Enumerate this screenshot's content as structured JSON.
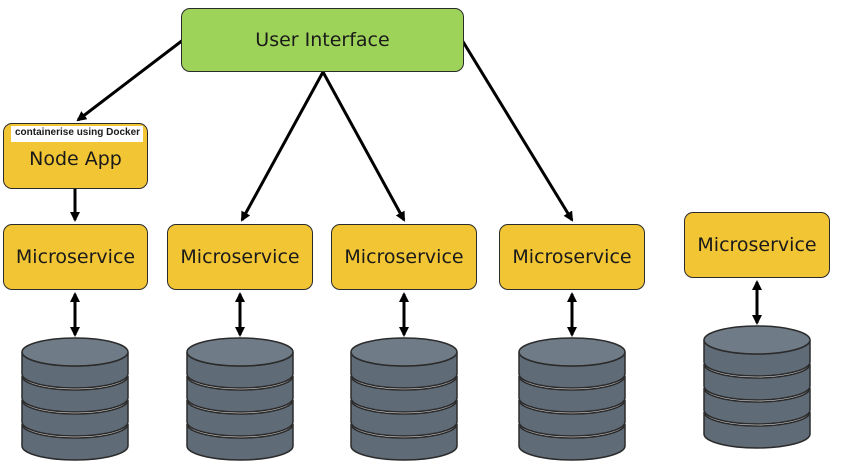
{
  "user_interface": {
    "label": "User Interface",
    "color": "#9ed35a"
  },
  "node_app": {
    "label": "Node App",
    "annotation": "containerise using Docker",
    "color": "#f2c535"
  },
  "microservices": [
    {
      "label": "Microservice"
    },
    {
      "label": "Microservice"
    },
    {
      "label": "Microservice"
    },
    {
      "label": "Microservice"
    },
    {
      "label": "Microservice"
    }
  ],
  "colors": {
    "service": "#f2c535",
    "database": "#5f6b76",
    "database_top": "#6f7b86",
    "arrow": "#000000"
  }
}
